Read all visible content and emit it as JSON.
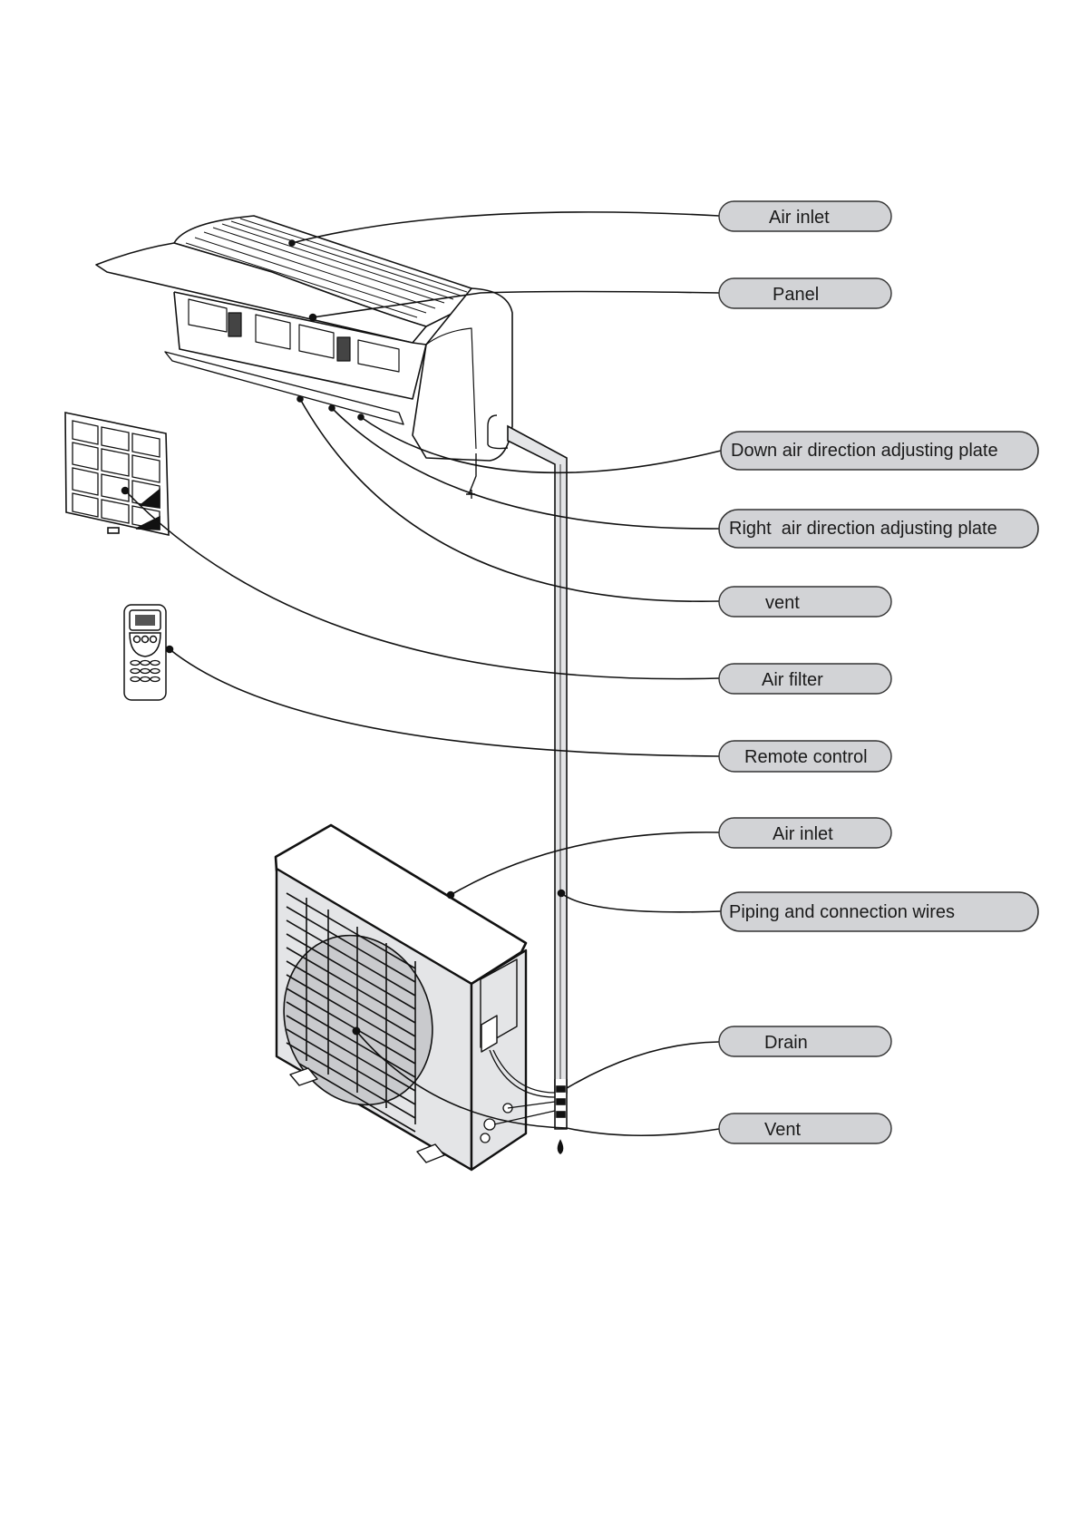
{
  "diagram": {
    "title": "Split air conditioner parts identification",
    "colors": {
      "label_fill": "#d2d3d6",
      "label_stroke": "#333333",
      "line": "#111111",
      "unit_shade": "#e4e5e7",
      "fan_shade": "#c9cacd"
    },
    "indoor_unit": {
      "labels": [
        {
          "id": "air-inlet-indoor",
          "text": "Air inlet"
        },
        {
          "id": "panel",
          "text": "Panel"
        },
        {
          "id": "down-air-plate",
          "text": "Down air direction adjusting plate"
        },
        {
          "id": "right-air-plate",
          "text": "Right  air direction adjusting plate"
        },
        {
          "id": "vent-indoor",
          "text": "vent"
        }
      ]
    },
    "accessories": {
      "labels": [
        {
          "id": "air-filter",
          "text": "Air filter"
        },
        {
          "id": "remote-control",
          "text": "Remote control"
        }
      ]
    },
    "outdoor_unit": {
      "labels": [
        {
          "id": "air-inlet-outdoor",
          "text": "Air inlet"
        },
        {
          "id": "piping",
          "text": "Piping and connection wires"
        },
        {
          "id": "drain",
          "text": "Drain"
        },
        {
          "id": "vent-outdoor",
          "text": "Vent"
        }
      ]
    }
  }
}
